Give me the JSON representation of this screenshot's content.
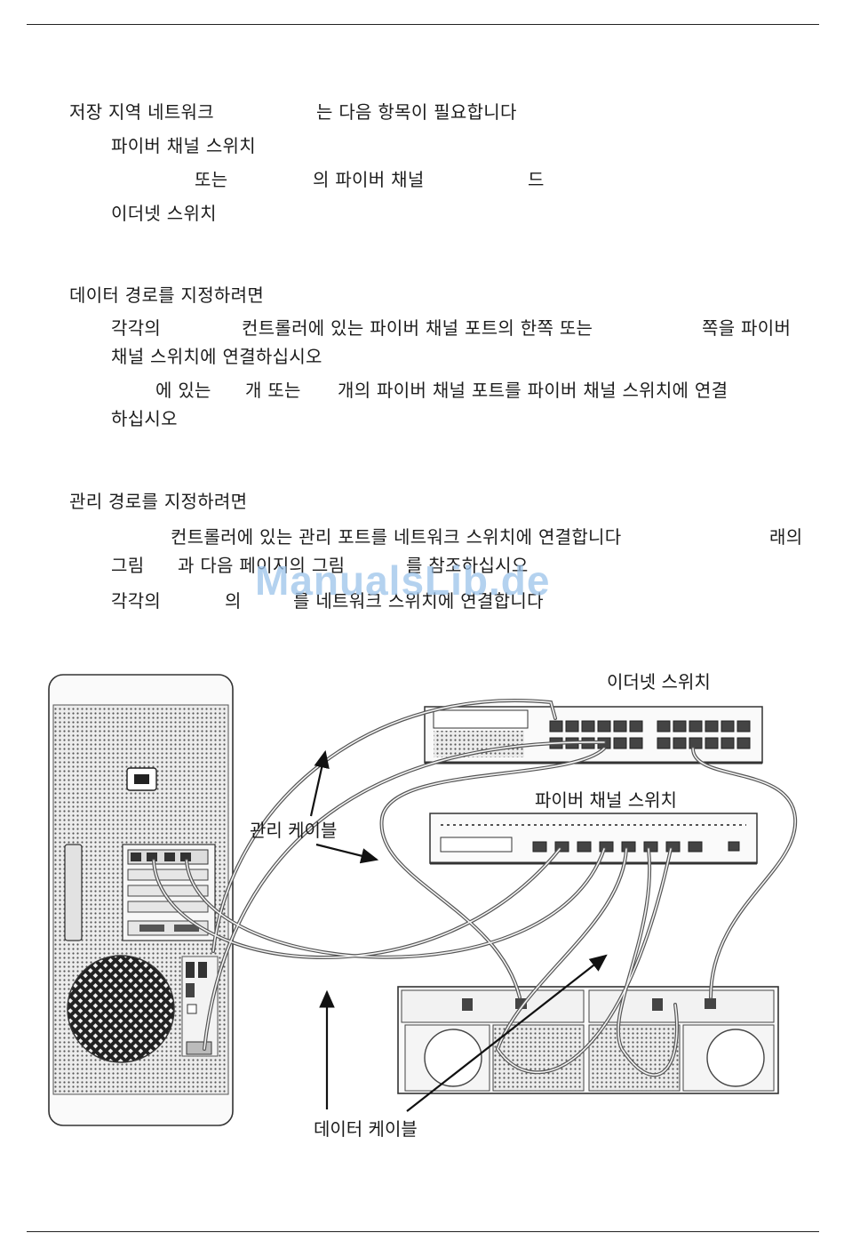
{
  "section_intro": {
    "heading": "저장 지역 네트워크",
    "heading_tail": "는 다음 항목이 필요합니다",
    "items": [
      "파이버 채널 스위치",
      "또는",
      "의 파이버 채널",
      "드",
      "이더넷 스위치"
    ]
  },
  "section_data": {
    "heading": "데이터 경로를 지정하려면",
    "step1_line1_a": "각각의",
    "step1_line1_b": "컨트롤러에 있는 파이버 채널 포트의 한쪽 또는",
    "step1_line1_c": "쪽을 파이버",
    "step1_line2": "채널 스위치에 연결하십시오",
    "step2_line1_a": "에 있는",
    "step2_line1_b": "개 또는",
    "step2_line1_c": "개의 파이버 채널 포트를 파이버 채널 스위치에 연결",
    "step2_line2": "하십시오"
  },
  "section_mgmt": {
    "heading": "관리 경로를 지정하려면",
    "step1_line1_a": "컨트롤러에 있는 관리 포트를 네트워크 스위치에 연결합니다",
    "step1_line1_b": "래의",
    "step1_line2_a": "그림",
    "step1_line2_b": "과 다음 페이지의 그림",
    "step1_line2_c": "를 참조하십시오",
    "step2_a": "각각의",
    "step2_b": "의",
    "step2_c": "를 네트워크 스위치에 연결합니다"
  },
  "watermark": "ManualsLib.de",
  "diagram": {
    "ethernet_switch_label": "이더넷 스위치",
    "fibre_switch_label": "파이버 채널 스위치",
    "mgmt_cable_label": "관리 케이블",
    "data_cable_label": "데이터 케이블"
  }
}
